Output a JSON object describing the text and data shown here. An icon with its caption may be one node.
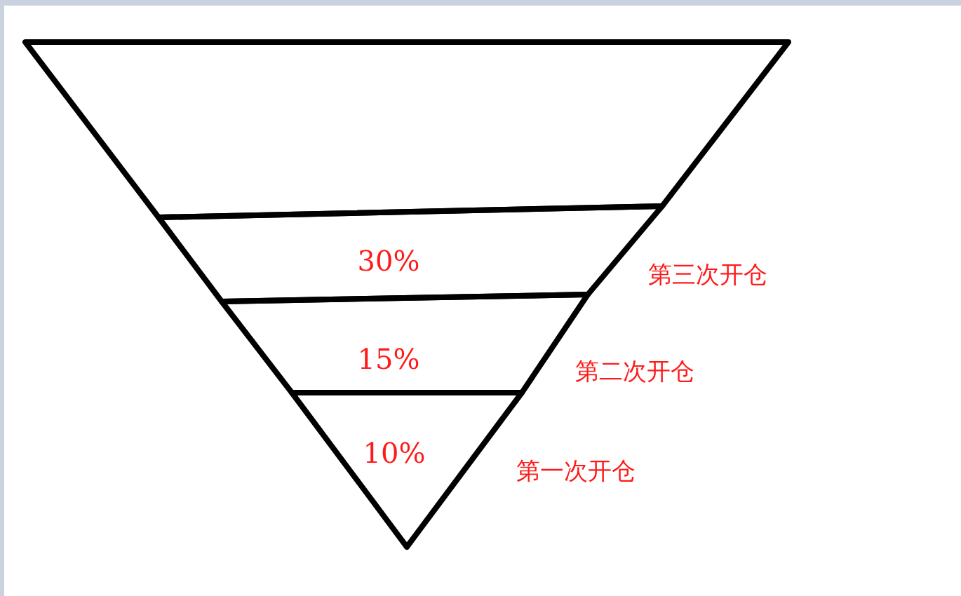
{
  "diagram": {
    "nodes": [
      {
        "text": [],
        "shape": "trapezoid"
      },
      {
        "text": [
          "30%"
        ],
        "beside": [
          "第三次开仓"
        ]
      },
      {
        "text": [
          "15%"
        ],
        "beside": [
          "第二次开仓"
        ]
      },
      {
        "text": [
          "10%"
        ],
        "beside": [
          "第一次开仓"
        ]
      }
    ]
  }
}
